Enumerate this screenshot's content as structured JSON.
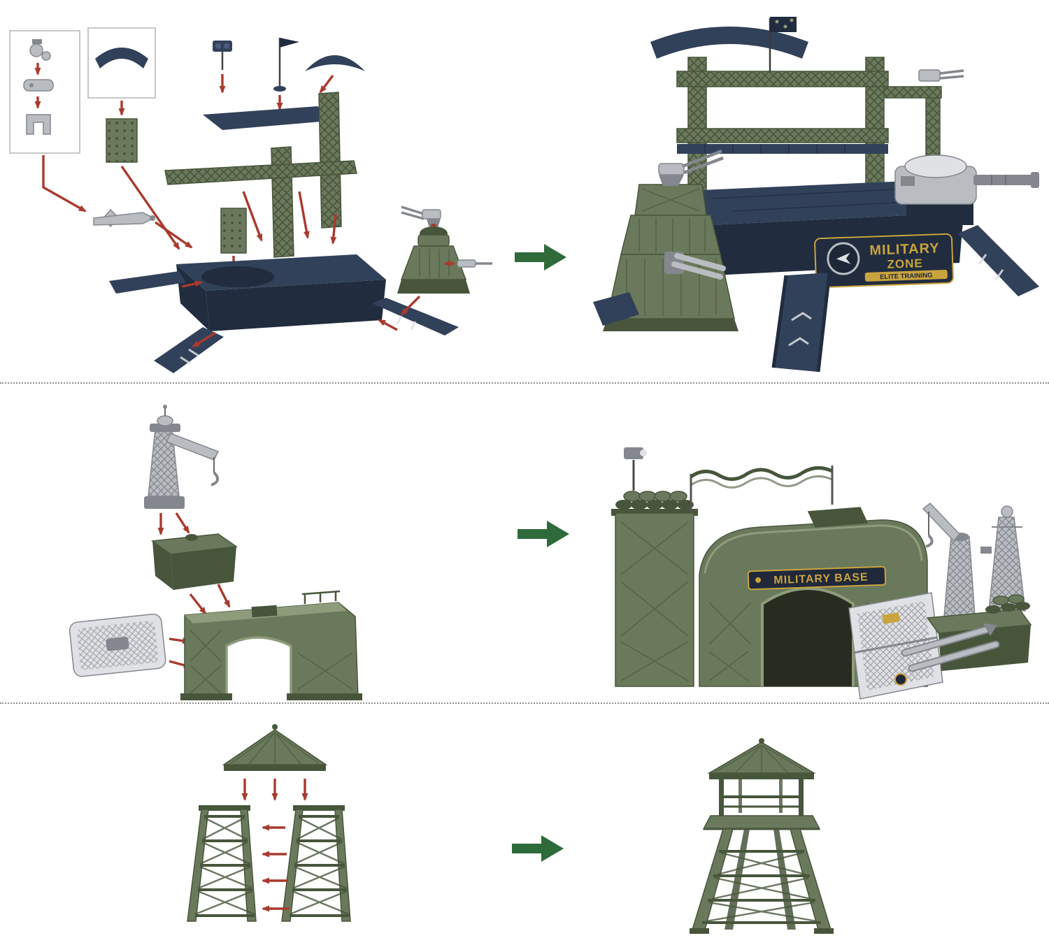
{
  "page": {
    "background": "#ffffff"
  },
  "colors": {
    "army_green": "#6a795c",
    "army_green_dark": "#47563b",
    "army_green_light": "#8e9c7b",
    "navy": "#32415a",
    "navy_dark": "#212c3f",
    "navy_light": "#4c5c79",
    "silver": "#b9bcc1",
    "silver_dark": "#84878d",
    "silver_light": "#dfe1e4",
    "red_arrow": "#a93a2e",
    "green_arrow": "#2f6b3a",
    "gold": "#c9a43e",
    "interior_dark": "#262c1f",
    "divider": "#8f8f8f"
  },
  "labels": {
    "banner_line1": "MILITARY",
    "banner_line2": "ZONE",
    "banner_sub": "ELITE TRAINING",
    "gate_sign": "MILITARY BASE"
  }
}
